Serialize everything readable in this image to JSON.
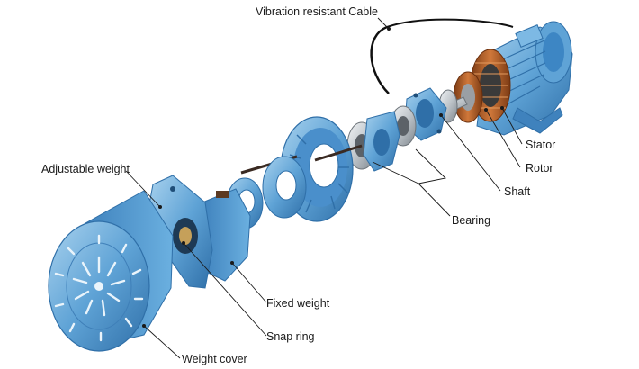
{
  "labels": {
    "cable": "Vibration resistant Cable",
    "stator": "Stator",
    "rotor": "Rotor",
    "shaft": "Shaft",
    "bearing": "Bearing",
    "adjustable_weight": "Adjustable weight",
    "fixed_weight": "Fixed weight",
    "snap_ring": "Snap ring",
    "weight_cover": "Weight cover"
  },
  "colors": {
    "body_blue": "#5fa3d6",
    "body_dark": "#2f6fa8",
    "body_light": "#9fcbea",
    "copper": "#b8612b",
    "steel": "#c8ccd0",
    "cable": "#111111"
  }
}
